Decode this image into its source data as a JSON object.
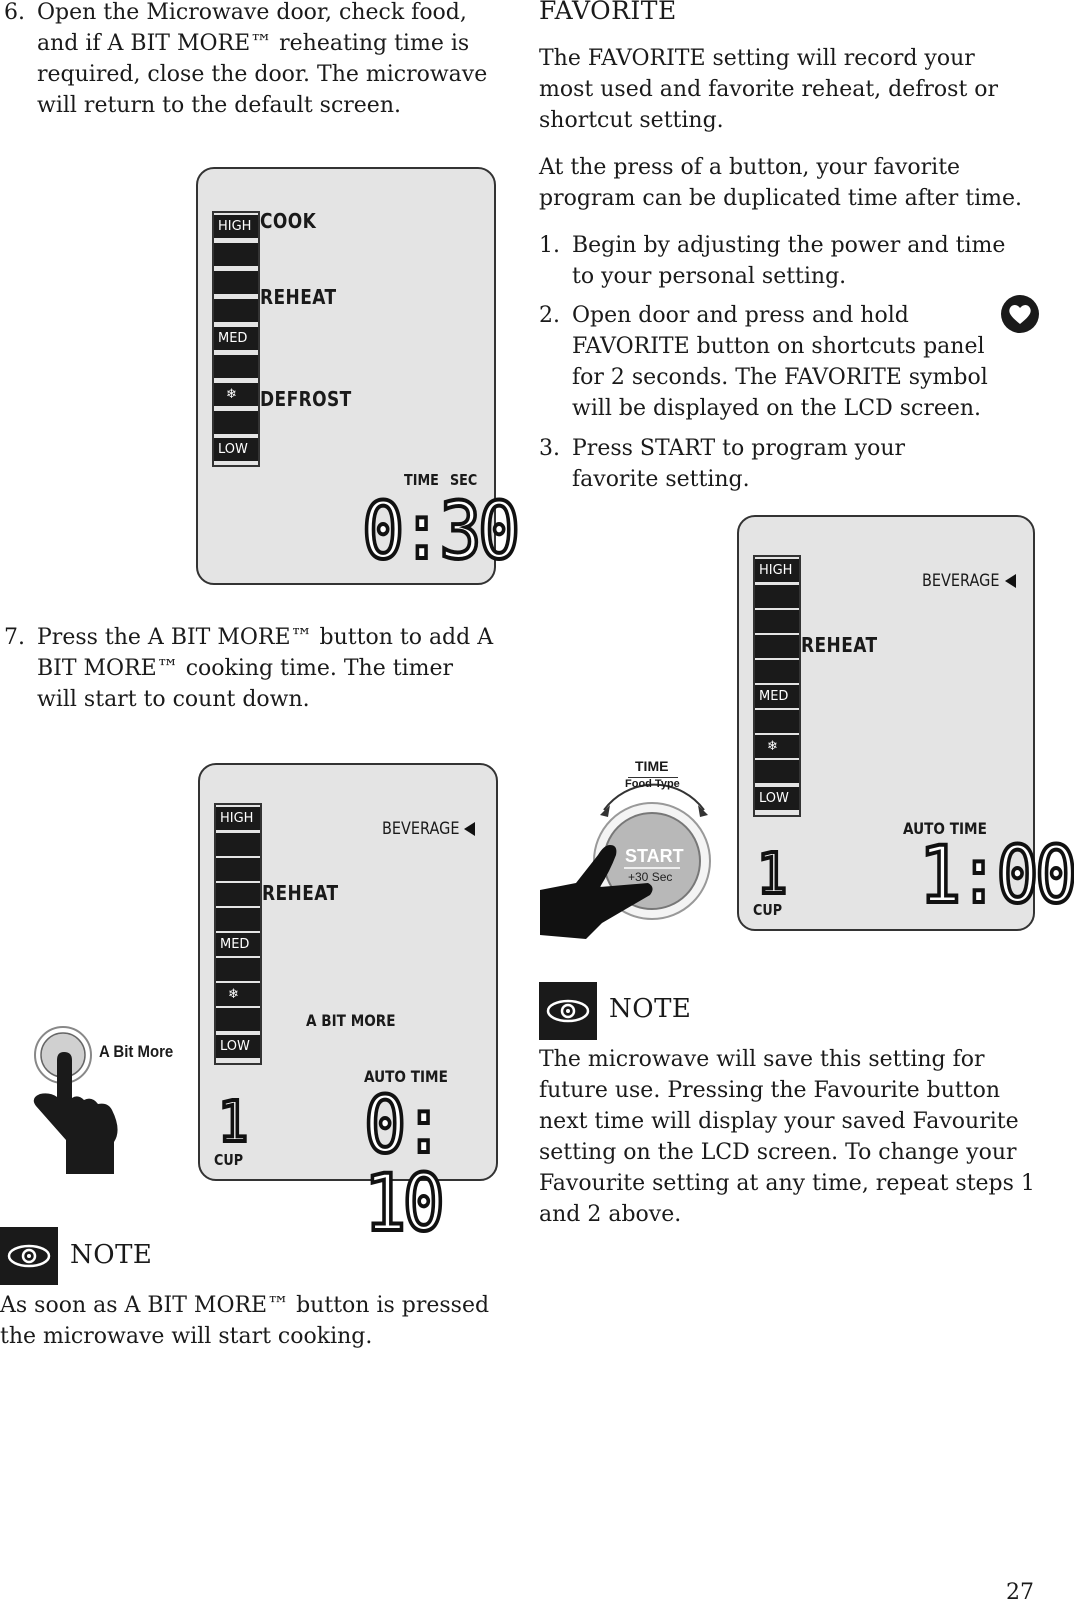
{
  "left": {
    "step6": {
      "num": "6.",
      "text": "Open the Microwave door, check food, and if A BIT MORE™ reheating time is required, close the door. The microwave will return to the default screen."
    },
    "lcd1": {
      "levels": [
        "HIGH",
        "",
        "",
        "",
        "MED",
        "",
        "❄",
        "",
        "LOW"
      ],
      "cook": "COOK",
      "reheat": "REHEAT",
      "defrost": "DEFROST",
      "time_label": "TIME",
      "sec_label": "SEC",
      "display": "0:30"
    },
    "step7": {
      "num": "7.",
      "text": "Press the A BIT MORE™ button to add A BIT MORE™ cooking time. The timer will start to count down."
    },
    "button_label": "A Bit More",
    "lcd2": {
      "levels": [
        "HIGH",
        "",
        "",
        "",
        "",
        "MED",
        "",
        "❄",
        "",
        "LOW"
      ],
      "beverage": "BEVERAGE",
      "reheat": "REHEAT",
      "abitmore": "A BIT MORE",
      "auto_time": "AUTO TIME",
      "cup_count": "1",
      "cup": "CUP",
      "display": "0: 10"
    },
    "note": {
      "title": "NOTE",
      "text": "As soon as A BIT MORE™ button is pressed the microwave will start cooking."
    }
  },
  "right": {
    "title": "FAVORITE",
    "intro1": "The FAVORITE setting will record your most used and favorite reheat, defrost or shortcut setting.",
    "intro2": "At the press of a button, your favorite program can be duplicated time after time.",
    "steps": [
      {
        "num": "1.",
        "text": "Begin by adjusting the power and time to your personal setting."
      },
      {
        "num": "2.",
        "text": "Open door and press and hold FAVORITE button on shortcuts panel for 2 seconds. The FAVORITE symbol will be displayed on the LCD screen."
      },
      {
        "num": "3.",
        "text": "Press START to program your favorite setting."
      }
    ],
    "dial": {
      "time": "TIME",
      "food_type": "Food Type",
      "start": "START",
      "plus30": "+30 Sec"
    },
    "lcd3": {
      "levels": [
        "HIGH",
        "",
        "",
        "",
        "",
        "MED",
        "",
        "❄",
        "",
        "LOW"
      ],
      "beverage": "BEVERAGE",
      "reheat": "REHEAT",
      "auto_time": "AUTO TIME",
      "cup_count": "1",
      "cup": "CUP",
      "display": "1:00"
    },
    "note": {
      "title": "NOTE",
      "text": "The microwave will save this setting for future use. Pressing the Favourite button next time will display your saved Favourite setting on the LCD screen. To change your Favourite setting at any time, repeat steps 1 and 2 above."
    }
  },
  "page_number": "27"
}
